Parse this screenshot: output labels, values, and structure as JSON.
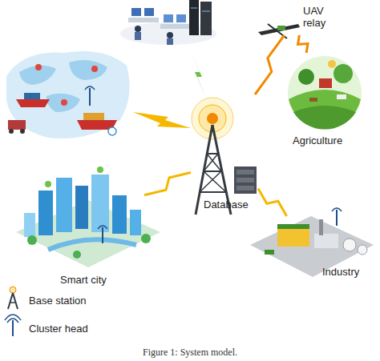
{
  "diagram": {
    "caption": "Figure 1: System model.",
    "nodes": [
      {
        "text": [
          "Database"
        ]
      },
      {
        "text": [
          "UAV relay"
        ]
      },
      {
        "text": [
          "Agriculture"
        ]
      },
      {
        "text": [
          "Smart city"
        ]
      },
      {
        "text": [
          "Industry"
        ]
      }
    ],
    "edges": [
      {
        "from": 0,
        "to": 1,
        "arrow": "none"
      },
      {
        "from": 1,
        "to": 2,
        "arrow": "none"
      },
      {
        "from": 0,
        "to": 3,
        "arrow": "none"
      },
      {
        "from": 0,
        "to": 4,
        "arrow": "none"
      }
    ],
    "legend": [
      {
        "text": "Base station"
      },
      {
        "text": "Cluster head"
      }
    ]
  }
}
